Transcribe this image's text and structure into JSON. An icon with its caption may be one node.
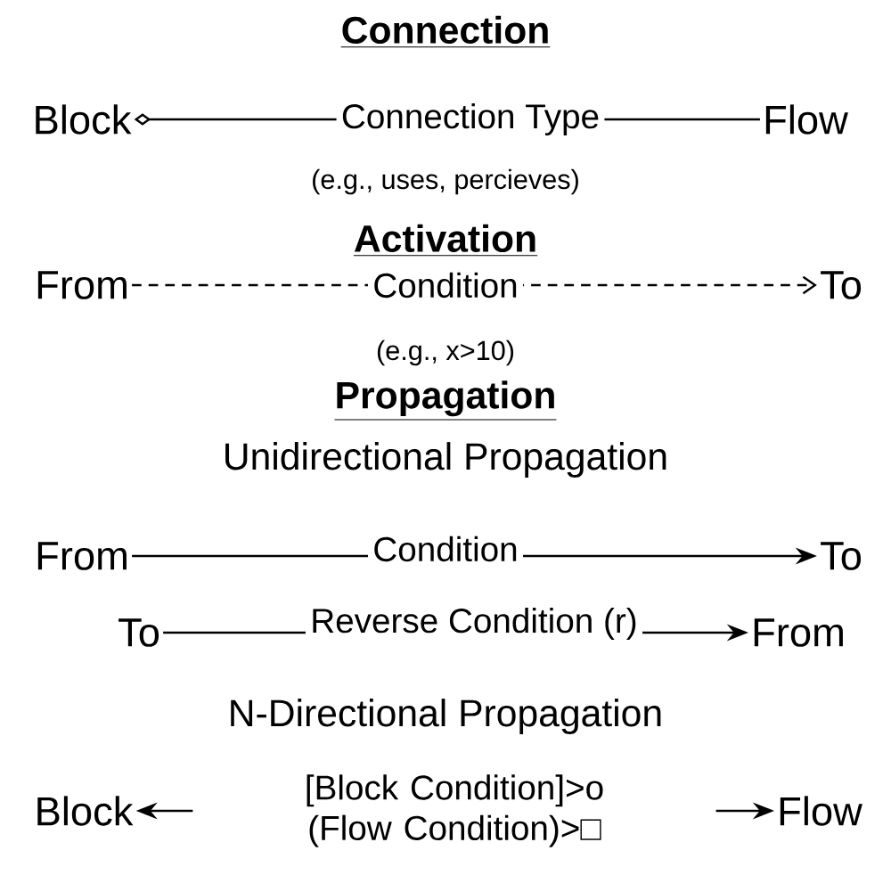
{
  "diagram": {
    "nodes": [
      {
        "text": [
          "Block"
        ]
      },
      {
        "text": [
          "Flow"
        ]
      },
      {
        "text": [
          "From"
        ]
      },
      {
        "text": [
          "To"
        ]
      },
      {
        "text": [
          "From"
        ]
      },
      {
        "text": [
          "To"
        ]
      },
      {
        "text": [
          "To"
        ]
      },
      {
        "text": [
          "From"
        ]
      },
      {
        "text": [
          "Block"
        ]
      },
      {
        "text": [
          "Flow"
        ]
      }
    ],
    "edges": [
      {
        "from": 0,
        "to": 1,
        "arrow": "other",
        "label": "Connection Type"
      },
      {
        "from": 2,
        "to": 3,
        "arrow": "to",
        "label": "Condition",
        "style": "dashed"
      },
      {
        "from": 4,
        "to": 5,
        "arrow": "to",
        "label": "Condition"
      },
      {
        "from": 6,
        "to": 7,
        "arrow": "to",
        "label": "Reverse Condition (r)"
      },
      {
        "from": 8,
        "to": 9,
        "arrow": "both",
        "label": "[Block Condition]>o (Flow Condition)>□"
      }
    ],
    "labels": [
      "Connection",
      "(e.g., uses, percieves)",
      "Activation",
      "(e.g., x>10)",
      "Propagation",
      "Unidirectional Propagation",
      "N-Directional Propagation"
    ]
  }
}
